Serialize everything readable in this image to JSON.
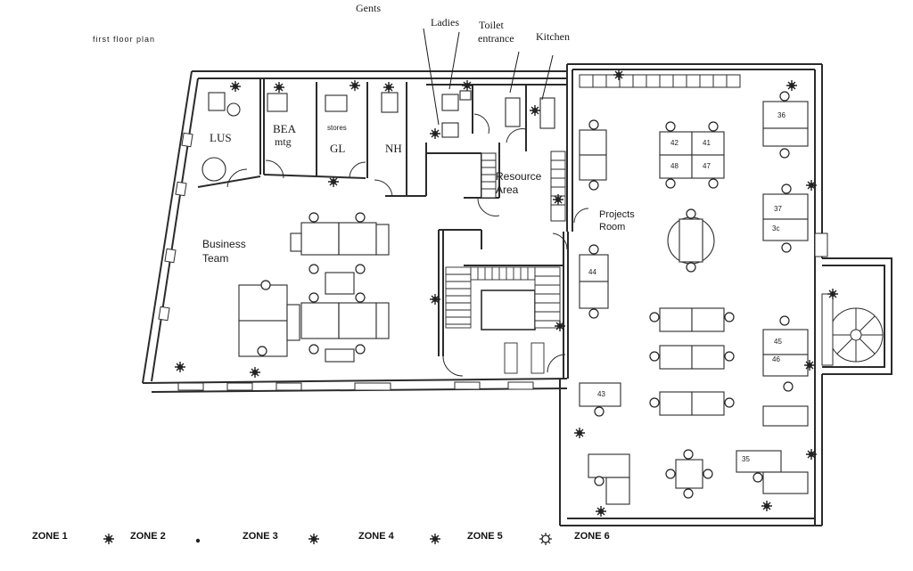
{
  "plan_title": "first floor plan",
  "labels": {
    "gents": "Gents",
    "ladies": "Ladies",
    "toilet_entrance": "Toilet entrance",
    "toilet_line1": "Toilet",
    "toilet_line2": "entrance",
    "kitchen": "Kitchen",
    "lus": "LUS",
    "bea_line1": "BEA",
    "bea_line2": "mtg",
    "stores": "stores",
    "gl": "GL",
    "nh": "NH",
    "resource_line1": "Resource",
    "resource_line2": "Area",
    "business_line1": "Business",
    "business_line2": "Team",
    "projects_line1": "Projects",
    "projects_line2": "Room"
  },
  "desk_numbers": {
    "d42a": "42",
    "d41": "41",
    "d48": "48",
    "d47": "47",
    "d36": "36",
    "d37": "37",
    "d3c": "3c",
    "d44": "44",
    "d43": "43",
    "d45": "45",
    "d46": "46",
    "d35": "35"
  },
  "legend": [
    {
      "label": "ZONE 1",
      "symbol": "star-burst"
    },
    {
      "label": "ZONE 2",
      "symbol": "dot"
    },
    {
      "label": "ZONE 3",
      "symbol": "star-burst"
    },
    {
      "label": "ZONE 4",
      "symbol": "star-burst"
    },
    {
      "label": "ZONE 5",
      "symbol": "open-burst"
    },
    {
      "label": "ZONE 6",
      "symbol": "open-burst"
    }
  ],
  "colors": {
    "wall": "#2b2b2b",
    "wall_fill": "#bdbdbd",
    "ink": "#1a1a1a"
  }
}
